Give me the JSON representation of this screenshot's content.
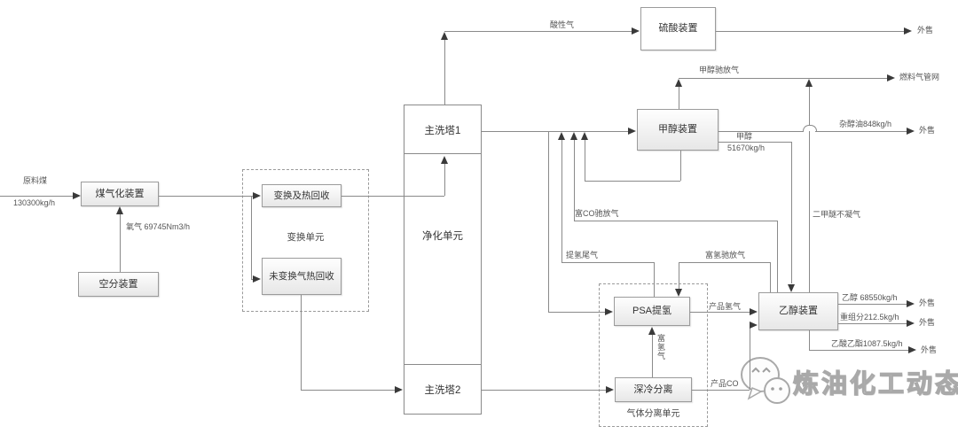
{
  "nodes": {
    "coal_gasification": "煤气化装置",
    "air_separation": "空分装置",
    "shift_heat_recovery": "变换及热回收",
    "unshifted_gas_heat_recovery": "未变换气热回收",
    "shift_unit": "变换单元",
    "main_wash_tower_1": "主洗塔1",
    "purification_unit": "净化单元",
    "main_wash_tower_2": "主洗塔2",
    "sulfuric_acid_unit": "硫酸装置",
    "methanol_unit": "甲醇装置",
    "psa_hydrogen": "PSA提氢",
    "cryogenic_separation": "深冷分离",
    "gas_separation_unit": "气体分离单元",
    "ethanol_unit": "乙醇装置"
  },
  "streams": {
    "raw_coal": "原料煤",
    "raw_coal_rate": "130300kg/h",
    "oxygen": "氧气 69745Nm3/h",
    "acid_gas": "酸性气",
    "methanol_purge_gas": "甲醇驰放气",
    "fusel_oil": "杂醇油848kg/h",
    "methanol": "甲醇",
    "methanol_rate": "51670kg/h",
    "co_rich_purge_gas": "富CO驰放气",
    "dme_noncondensable_gas": "二甲醚不凝气",
    "h2_extraction_tail_gas": "提氢尾气",
    "h2_rich_purge_gas": "富氢驰放气",
    "h2_rich_gas": "富氢气",
    "product_hydrogen": "产品氢气",
    "product_co": "产品CO",
    "ethanol_product": "乙醇 68550kg/h",
    "heavy_fraction": "重组分212.5kg/h",
    "ethyl_acetate": "乙酸乙酯1087.5kg/h"
  },
  "sinks": {
    "external_sale": "外售",
    "fuel_gas_network": "燃料气管网"
  },
  "watermark": {
    "text": "炼油化工动态"
  }
}
